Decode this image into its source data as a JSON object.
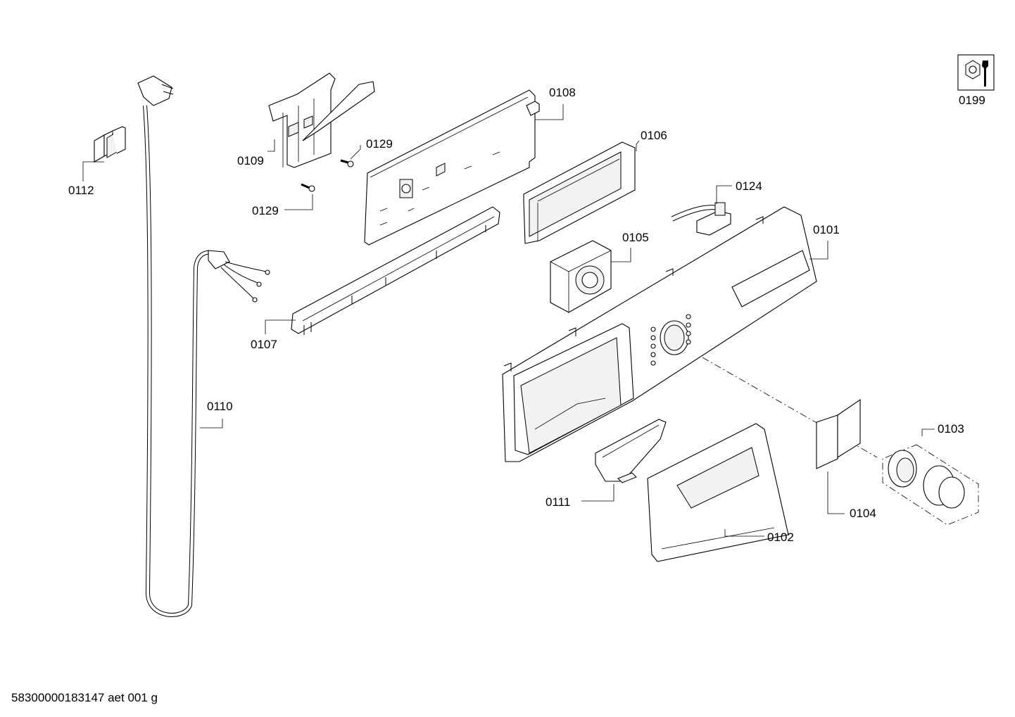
{
  "labels": {
    "p0101": "0101",
    "p0102": "0102",
    "p0103": "0103",
    "p0104": "0104",
    "p0105": "0105",
    "p0106": "0106",
    "p0107": "0107",
    "p0108": "0108",
    "p0109": "0109",
    "p0110": "0110",
    "p0111": "0111",
    "p0112": "0112",
    "p0124": "0124",
    "p0129a": "0129",
    "p0129b": "0129",
    "p0199": "0199"
  },
  "footer": {
    "code": "58300000183147 aet 001 g"
  },
  "icons": {
    "service": "nut-and-wrench-icon"
  }
}
